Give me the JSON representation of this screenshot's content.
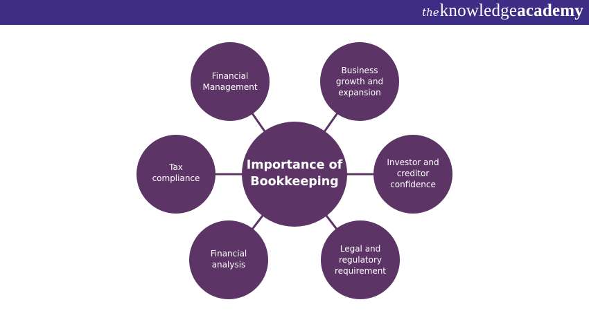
{
  "brand": {
    "prefix": "the",
    "word1": "knowledge",
    "word2": "academy",
    "bar_color": "#3e2d85"
  },
  "diagram": {
    "node_color": "#5c3566",
    "hub": {
      "lines": [
        "Importance of",
        "Bookkeeping"
      ]
    },
    "nodes": [
      {
        "lines": [
          "Financial",
          "Management"
        ]
      },
      {
        "lines": [
          "Business",
          "growth and",
          "expansion"
        ]
      },
      {
        "lines": [
          "Tax",
          "compliance"
        ]
      },
      {
        "lines": [
          "Investor and",
          "creditor",
          "confidence"
        ]
      },
      {
        "lines": [
          "Financial",
          "analysis"
        ]
      },
      {
        "lines": [
          "Legal and",
          "regulatory",
          "requirement"
        ]
      }
    ]
  }
}
